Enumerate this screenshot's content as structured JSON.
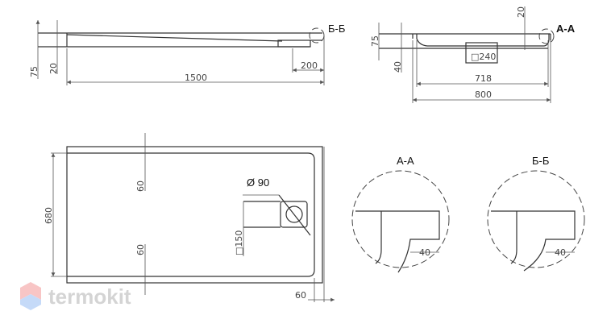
{
  "side_view_long": {
    "dim_height": "75",
    "dim_base": "20",
    "dim_length": "1500",
    "dim_drain_offset": "200",
    "section_label": "Б-Б"
  },
  "side_view_short": {
    "dim_height": "75",
    "dim_leg": "40",
    "dim_rim": "20",
    "dim_drain": "□240",
    "dim_inner": "718",
    "dim_width": "800",
    "section_label": "А-А"
  },
  "plan_view": {
    "dim_inner_width": "680",
    "dim_top_margin": "60",
    "dim_bottom_margin": "60",
    "dim_drain_diameter": "Ø 90",
    "dim_drain_box": "□150",
    "dim_side_margin": "60"
  },
  "details": [
    {
      "title": "А-А",
      "dim": "40"
    },
    {
      "title": "Б-Б",
      "dim": "40"
    }
  ],
  "watermark": "termokit"
}
